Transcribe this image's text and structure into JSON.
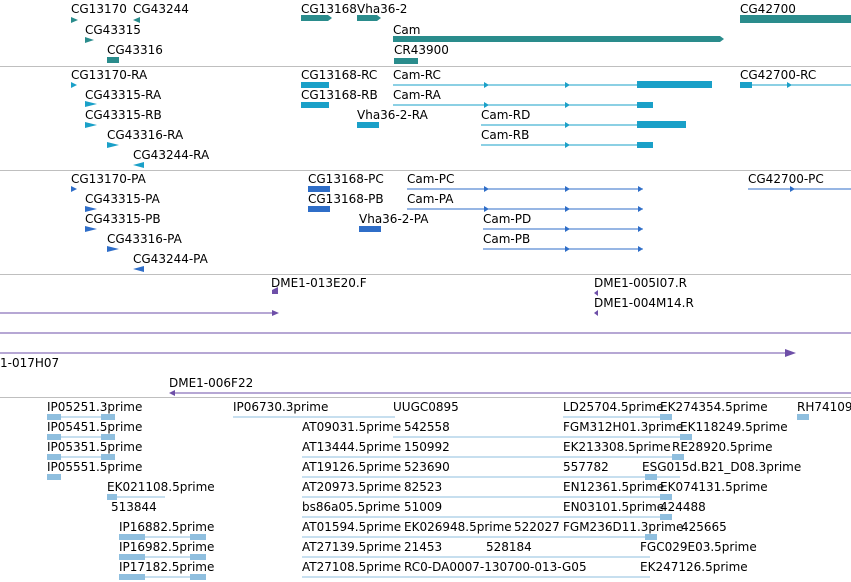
{
  "tracks": {
    "genes": {
      "color": "#2a8c8c",
      "labels": [
        "CG13170",
        "CG43244",
        "CG43315",
        "CG43316",
        "CG13168",
        "Vha36-2",
        "Cam",
        "CR43900",
        "CG42700"
      ]
    },
    "transcripts_rna": {
      "color": "#1aa0c8",
      "labels": [
        "CG13170-RA",
        "CG43315-RA",
        "CG43315-RB",
        "CG43316-RA",
        "CG43244-RA",
        "CG13168-RC",
        "CG13168-RB",
        "Vha36-2-RA",
        "Cam-RC",
        "Cam-RA",
        "Cam-RD",
        "Cam-RB",
        "CG42700-RC"
      ]
    },
    "transcripts_protein": {
      "color": "#2f6ec8",
      "labels": [
        "CG13170-PA",
        "CG43315-PA",
        "CG43315-PB",
        "CG43316-PA",
        "CG43244-PA",
        "CG13168-PC",
        "CG13168-PB",
        "Vha36-2-PA",
        "Cam-PC",
        "Cam-PA",
        "Cam-PD",
        "Cam-PB",
        "CG42700-PC"
      ]
    },
    "bac_clones": {
      "color": "#6e4fa8",
      "labels": [
        "DME1-013E20.F",
        "DME1-005I07.R",
        "DME1-004M14.R",
        "1-017H07",
        "DME1-006F22"
      ]
    },
    "ests": {
      "color": "#8fbfdf",
      "labels": [
        "IP05251.3prime",
        "IP06730.3prime",
        "UUGC0895",
        "LD25704.5prime",
        "EK274354.5prime",
        "RH74109",
        "IP05451.5prime",
        "AT09031.5prime",
        "542558",
        "FGM312H01.3prime",
        "EK118249.5prime",
        "IP05351.5prime",
        "AT13444.5prime",
        "150992",
        "EK213308.5prime",
        "RE28920.5prime",
        "IP05551.5prime",
        "AT19126.5prime",
        "523690",
        "557782",
        "ESG015d.B21_D08.3prime",
        "EK021108.5prime",
        "AT20973.5prime",
        "82523",
        "EN12361.5prime",
        "EK074131.5prime",
        "513844",
        "bs86a05.5prime",
        "51009",
        "EN03101.5prime",
        "424488",
        "IP16882.5prime",
        "AT01594.5prime",
        "EK026948.5prime",
        "522027",
        "FGM236D11.3prime",
        "425665",
        "IP16982.5prime",
        "AT27139.5prime",
        "21453",
        "528184",
        "FGC029E03.5prime",
        "IP17182.5prime",
        "AT27108.5prime",
        "RC0-DA0007-130700-013-G05",
        "EK247126.5prime"
      ]
    }
  }
}
